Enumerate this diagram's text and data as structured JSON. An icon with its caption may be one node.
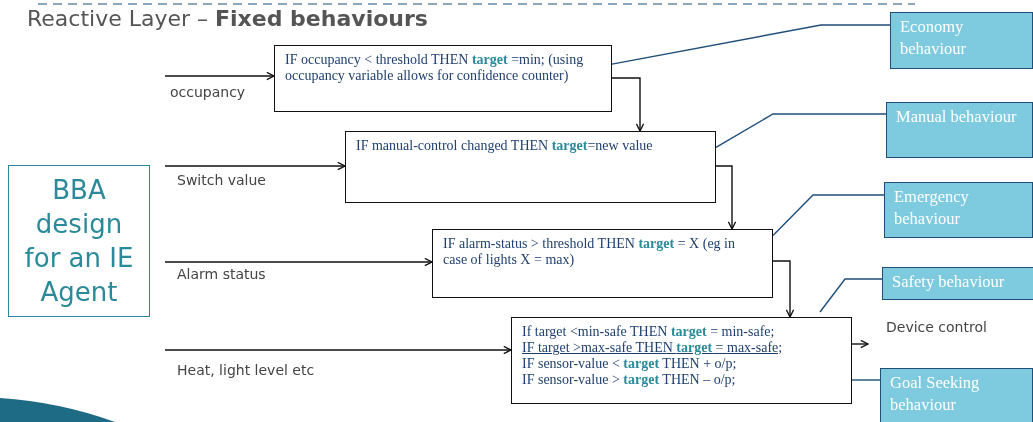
{
  "diagram": {
    "title": "Reactive Layer – **Fixed behaviours**",
    "nodes": [
      {
        "text": [
          "BBA design for an IE Agent"
        ]
      },
      {
        "text": [
          "IF occupancy < threshold THEN **target** =min; (using occupancy variable allows for confidence counter)"
        ]
      },
      {
        "text": [
          "IF manual-control changed THEN **target**=new value"
        ]
      },
      {
        "text": [
          "IF alarm-status > threshold THEN **target** = X (eg in case of lights X = max)"
        ]
      },
      {
        "text": [
          "If  target <min-safe THEN **target** = min-safe;",
          "IF target >max-safe THEN **target** = max-safe;",
          "IF sensor-value < **target** THEN + o/p;",
          "IF sensor-value > **target** THEN – o/p;"
        ]
      },
      {
        "text": [
          "Economy behaviour"
        ]
      },
      {
        "text": [
          "Manual behaviour"
        ]
      },
      {
        "text": [
          "Emergency behaviour"
        ]
      },
      {
        "text": [
          "Safety behaviour"
        ]
      },
      {
        "text": [
          "Goal Seeking behaviour"
        ]
      }
    ],
    "edges": [
      {
        "from": null,
        "to": 1,
        "arrow": "to",
        "label": "occupancy"
      },
      {
        "from": null,
        "to": 2,
        "arrow": "to",
        "label": "Switch value"
      },
      {
        "from": null,
        "to": 3,
        "arrow": "to",
        "label": "Alarm status"
      },
      {
        "from": null,
        "to": 4,
        "arrow": "to",
        "label": "Heat, light level etc"
      },
      {
        "from": 4,
        "to": null,
        "arrow": "to",
        "label": "Device control"
      },
      {
        "from": 1,
        "to": 2,
        "arrow": "to"
      },
      {
        "from": 2,
        "to": 3,
        "arrow": "to"
      },
      {
        "from": 3,
        "to": 4,
        "arrow": "to"
      },
      {
        "from": 5,
        "to": 1,
        "arrow": "none",
        "color": "#1f4e79"
      },
      {
        "from": 6,
        "to": 2,
        "arrow": "none",
        "color": "#1f4e79"
      },
      {
        "from": 7,
        "to": 3,
        "arrow": "none",
        "color": "#1f4e79"
      },
      {
        "from": 8,
        "to": 4,
        "arrow": "none",
        "color": "#1f4e79"
      },
      {
        "from": 9,
        "to": 4,
        "arrow": "none",
        "color": "#1f4e79"
      }
    ]
  }
}
